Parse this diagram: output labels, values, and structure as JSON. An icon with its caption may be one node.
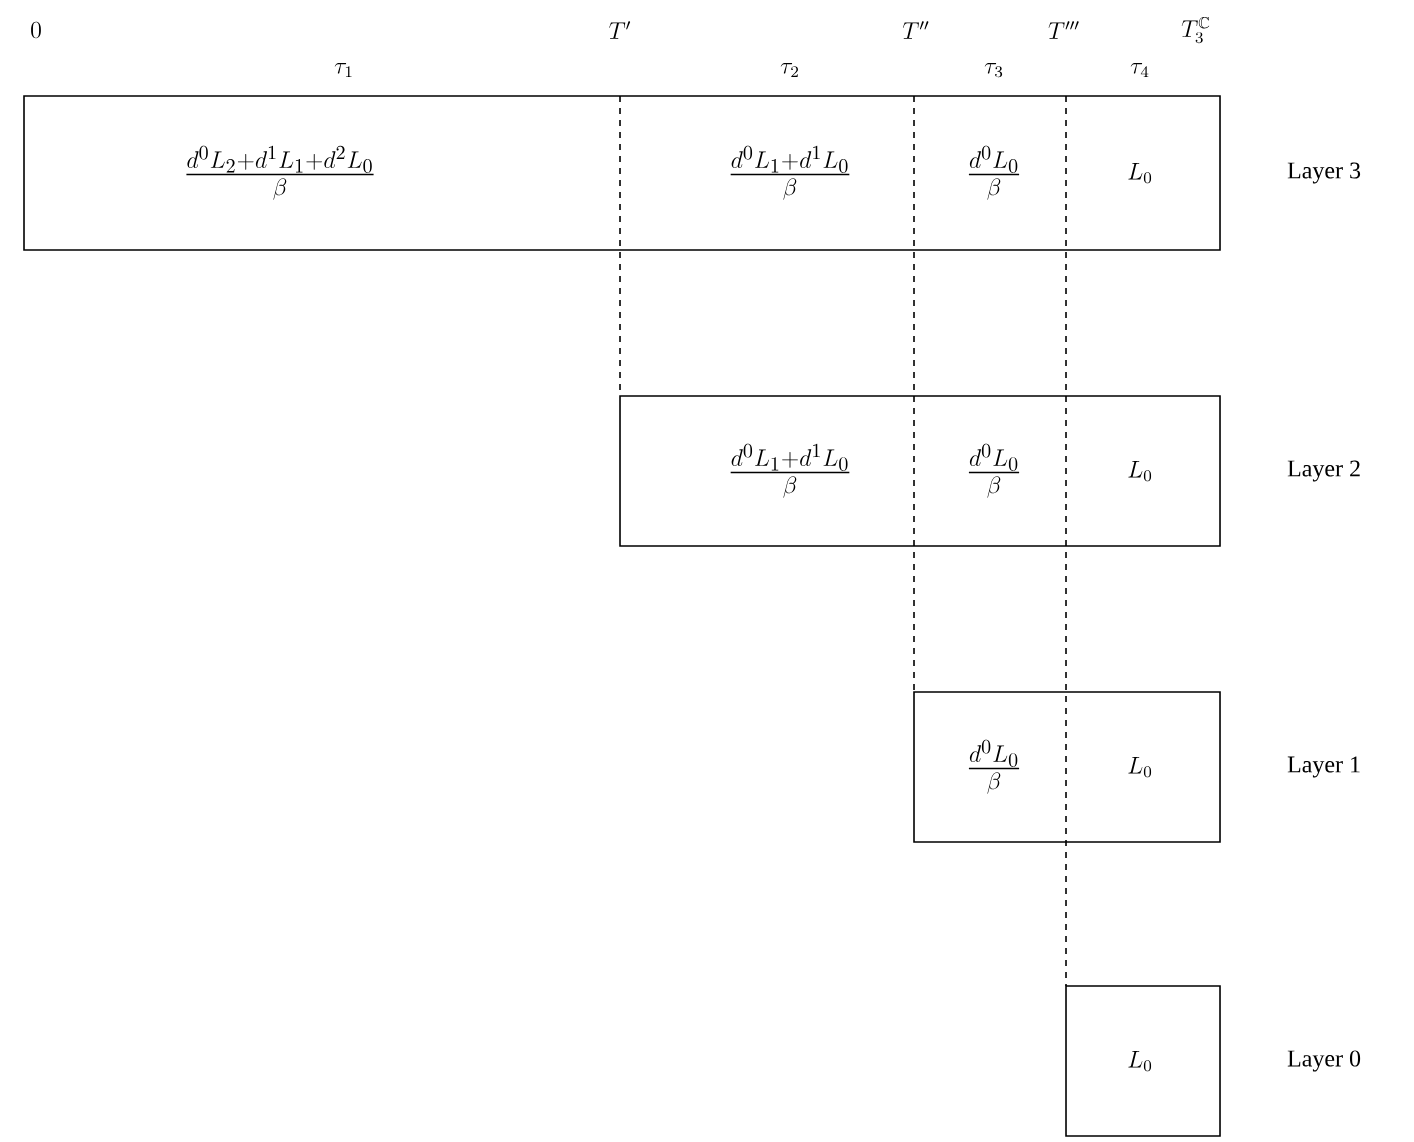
{
  "diagram": {
    "nodes": [
      {
        "text": [
          "\\frac{d^0L_2+d^1L_1+d^2L_0}{\\beta}",
          "\\frac{d^0L_1+d^1L_0}{\\beta}",
          "\\frac{d^0L_0}{\\beta}",
          "L_0"
        ],
        "beside": [
          "Layer 3"
        ]
      },
      {
        "text": [
          "\\frac{d^0L_1+d^1L_0}{\\beta}",
          "\\frac{d^0L_0}{\\beta}",
          "L_0"
        ],
        "beside": [
          "Layer 2"
        ]
      },
      {
        "text": [
          "\\frac{d^0L_0}{\\beta}",
          "L_0"
        ],
        "beside": [
          "Layer 1"
        ]
      },
      {
        "text": [
          "L_0"
        ],
        "beside": [
          "Layer 0"
        ]
      }
    ],
    "labels": [
      "0",
      "T'",
      "T''",
      "T'''",
      "T_3^{\\mathbb{C}}",
      "\\tau_1",
      "\\tau_2",
      "\\tau_3",
      "\\tau_4"
    ]
  }
}
